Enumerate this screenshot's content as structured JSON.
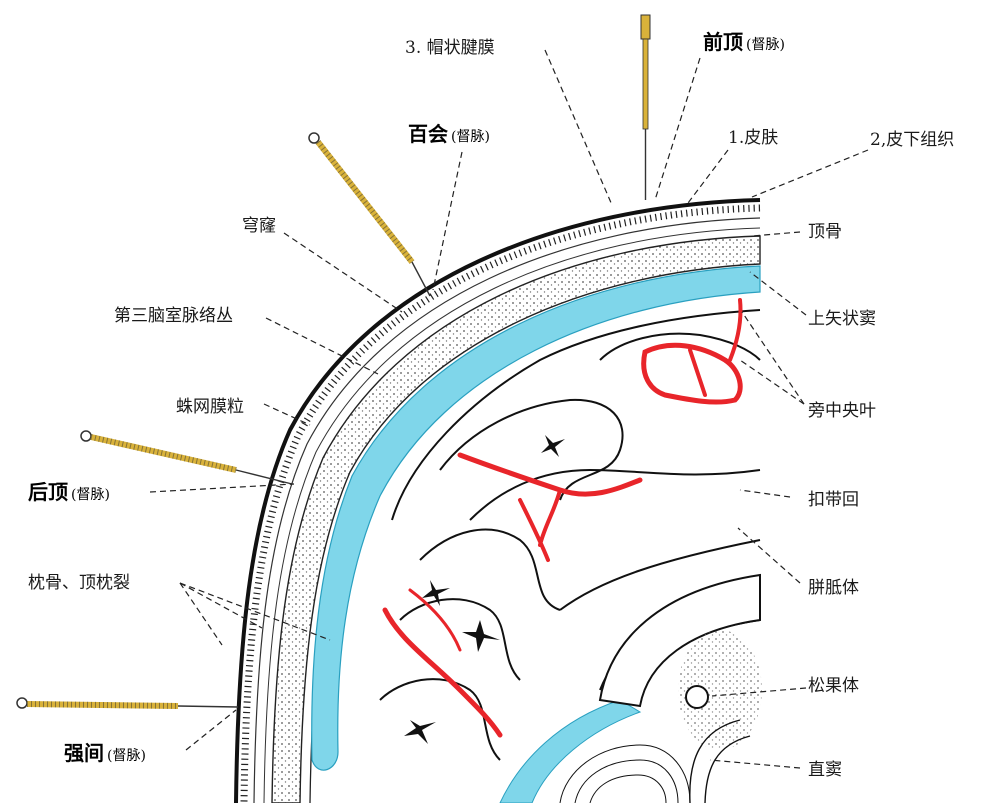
{
  "labels": {
    "galea": "3. 帽状腱膜",
    "skin": "1.皮肤",
    "subcutaneous": "2,皮下组织",
    "skull": "顶骨",
    "sup_sagittal_sinus": "上矢状窦",
    "paracentral_lobule": "旁中央叶",
    "cingulate_gyrus": "扣带回",
    "corpus_callosum": "胼胝体",
    "pineal_body": "松果体",
    "straight_sinus": "直窦",
    "vault": "穹窿",
    "choroid_plexus": "第三脑室脉络丛",
    "arachnoid_granulation": "蛛网膜粒",
    "suture": "枕骨、顶枕裂"
  },
  "acupoints": {
    "qianding": {
      "name": "前顶",
      "meridian": "(督脉)"
    },
    "baihui": {
      "name": "百会",
      "meridian": "(督脉)"
    },
    "houding": {
      "name": "后顶",
      "meridian": "(督脉)"
    },
    "qiangjian": {
      "name": "强间",
      "meridian": "(督脉)"
    }
  },
  "colors": {
    "background": "#ffffff",
    "outline": "#111111",
    "vessel_red": "#e8252a",
    "ventricle_cyan": "#7fd6ea",
    "needle_yellow": "#d9b23a",
    "tissue_hatch": "#333333"
  }
}
